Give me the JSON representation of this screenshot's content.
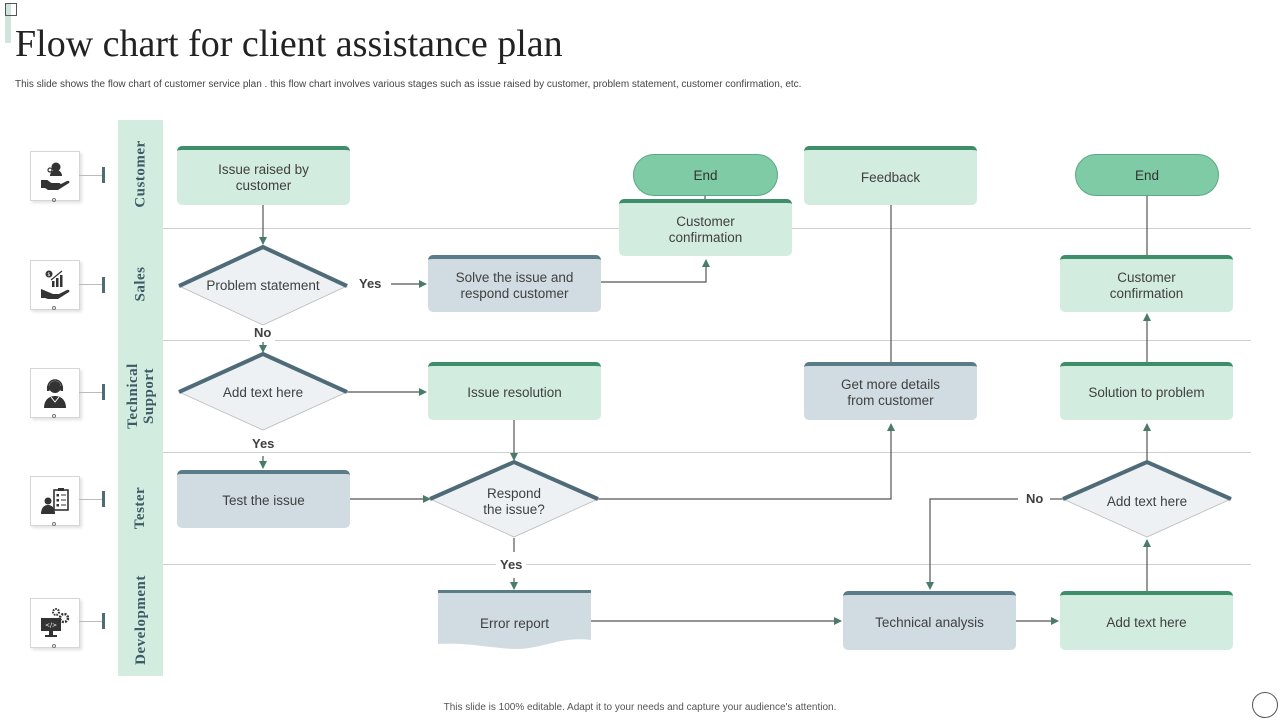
{
  "header": {
    "title": "Flow chart for client assistance plan",
    "subtitle": "This slide shows the flow chart of customer service plan . this flow chart involves various stages such as issue raised by customer, problem statement, customer confirmation, etc."
  },
  "lanes": [
    {
      "label": "Customer",
      "icon": "customer-service-hand-icon"
    },
    {
      "label": "Sales",
      "icon": "sales-growth-hand-icon"
    },
    {
      "label": "Technical Support",
      "icon": "support-agent-headset-icon"
    },
    {
      "label": "Tester",
      "icon": "tester-checklist-icon"
    },
    {
      "label": "Development",
      "icon": "development-computer-gears-icon"
    }
  ],
  "nodes": {
    "issue_raised": "Issue raised by customer",
    "problem_statement": "Problem statement",
    "solve_issue": "Solve the issue and respond customer",
    "end_1": "End",
    "customer_confirmation_1": "Customer confirmation",
    "feedback": "Feedback",
    "end_2": "End",
    "customer_confirmation_2": "Customer confirmation",
    "add_text_tech": "Add text here",
    "issue_resolution": "Issue resolution",
    "get_more_details": "Get more details from customer",
    "solution_to_problem": "Solution to problem",
    "test_issue": "Test the issue",
    "respond_issue": "Respond the issue?",
    "add_text_tester": "Add text here",
    "error_report": "Error report",
    "technical_analysis": "Technical analysis",
    "add_text_dev": "Add text here"
  },
  "edge_labels": {
    "problem_yes": "Yes",
    "problem_no": "No",
    "tech_yes": "Yes",
    "respond_yes": "Yes",
    "tester_no": "No"
  },
  "colors": {
    "lane_fill": "#d3ece0",
    "green_box": "#d3ece0",
    "green_accent": "#3e8e6a",
    "grey_box": "#d1dce2",
    "grey_accent": "#5a7b88",
    "end_pill": "#7ecba5",
    "diamond_fill": "#edf1f4",
    "arrow": "#4a7a6a"
  },
  "footer": {
    "text": "This slide is 100% editable. Adapt it to your needs and capture your audience's attention."
  }
}
